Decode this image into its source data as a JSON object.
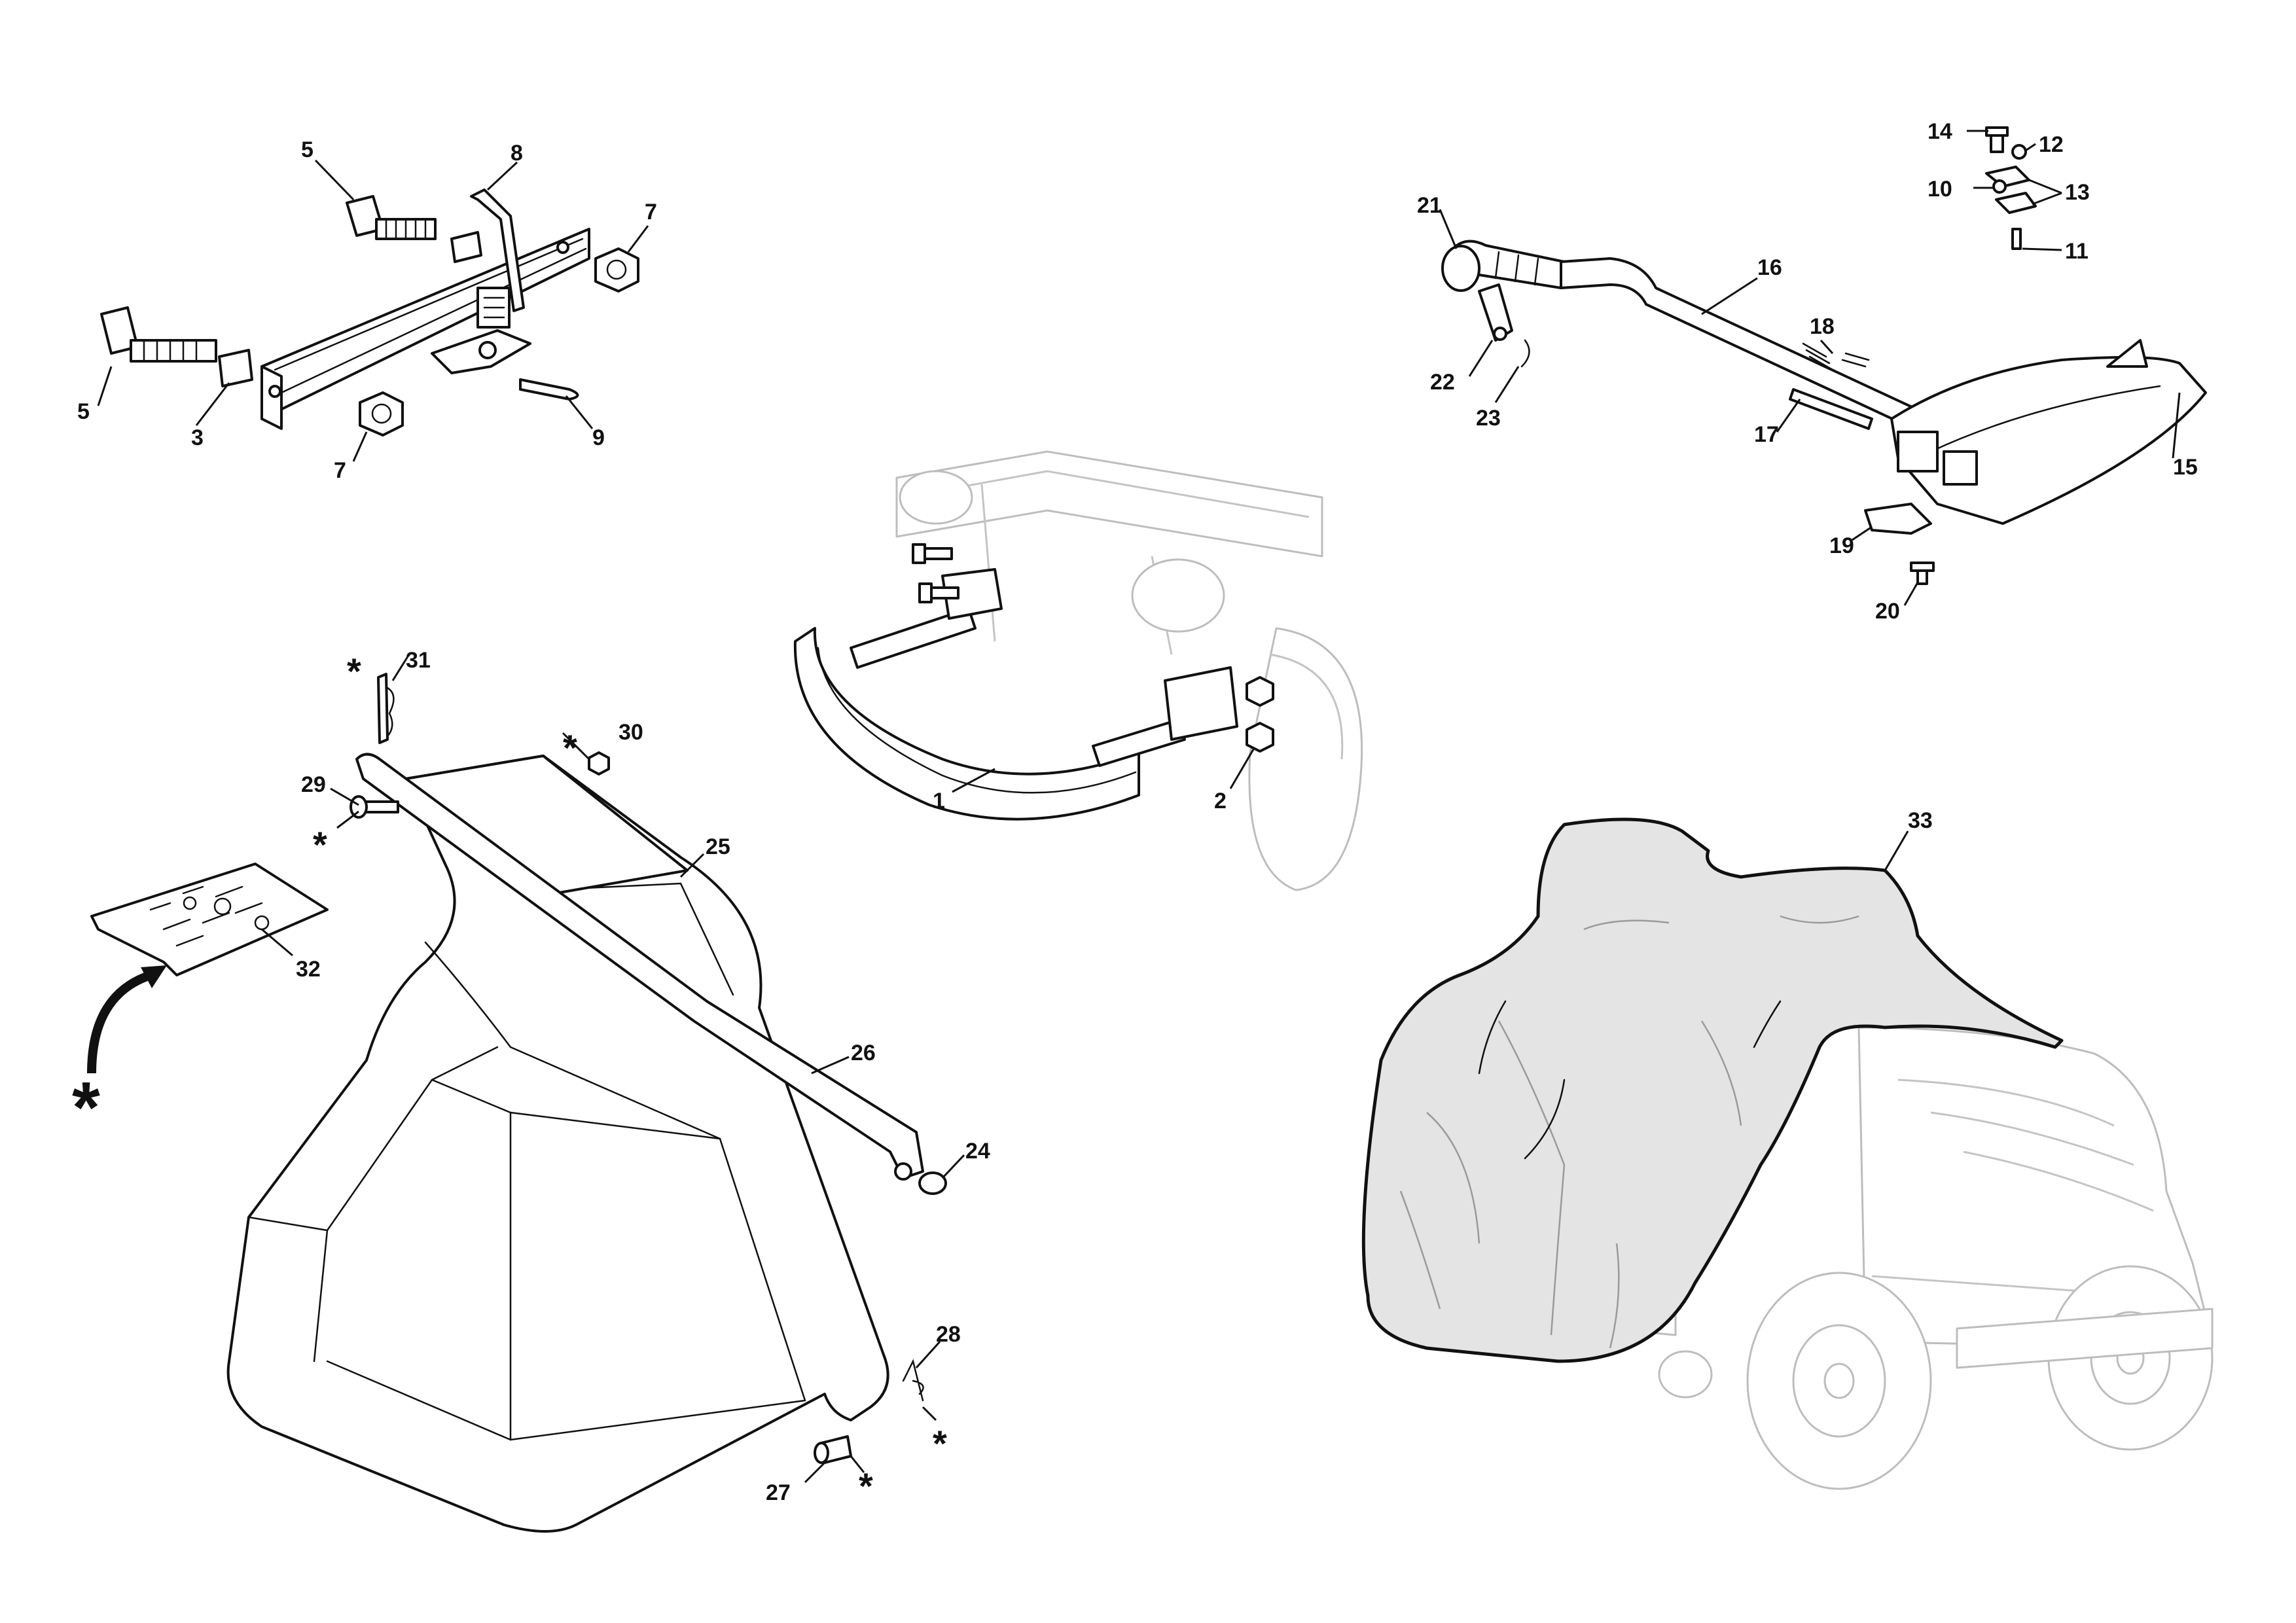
{
  "callouts": {
    "c1": "1",
    "c2": "2",
    "c3": "3",
    "c5a": "5",
    "c5b": "5",
    "c7a": "7",
    "c7b": "7",
    "c8": "8",
    "c9": "9",
    "c10": "10",
    "c11": "11",
    "c12": "12",
    "c13": "13",
    "c14": "14",
    "c15": "15",
    "c16": "16",
    "c17": "17",
    "c18": "18",
    "c19": "19",
    "c20": "20",
    "c21": "21",
    "c22": "22",
    "c23": "23",
    "c24": "24",
    "c25": "25",
    "c26": "26",
    "c27": "27",
    "c28": "28",
    "c29": "29",
    "c30": "30",
    "c31": "31",
    "c32": "32",
    "c33": "33"
  },
  "marker": "*"
}
